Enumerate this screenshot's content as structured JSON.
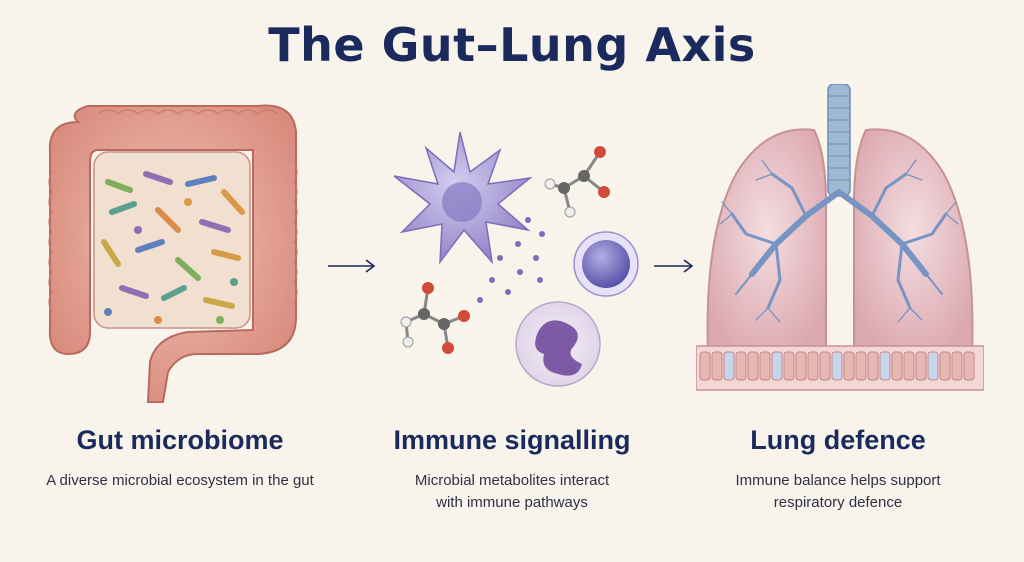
{
  "title": "The Gut–Lung Axis",
  "panels": [
    {
      "heading": "Gut microbiome",
      "description": "A diverse microbial ecosystem in the gut"
    },
    {
      "heading": "Immune signalling",
      "description_line1": "Microbial metabolites interact",
      "description_line2": "with immune pathways"
    },
    {
      "heading": "Lung defence",
      "description_line1": "Immune balance helps support",
      "description_line2": "respiratory defence"
    }
  ],
  "arrow_icons": [
    "arrow-right-icon",
    "arrow-right-icon"
  ],
  "colors": {
    "title": "#1b2a5c",
    "background": "#f8f4ec",
    "intestine": "#e7a89c",
    "lung": "#ecc4c8",
    "airway": "#8aa9c9",
    "immune_cell": "#a69ad4"
  }
}
